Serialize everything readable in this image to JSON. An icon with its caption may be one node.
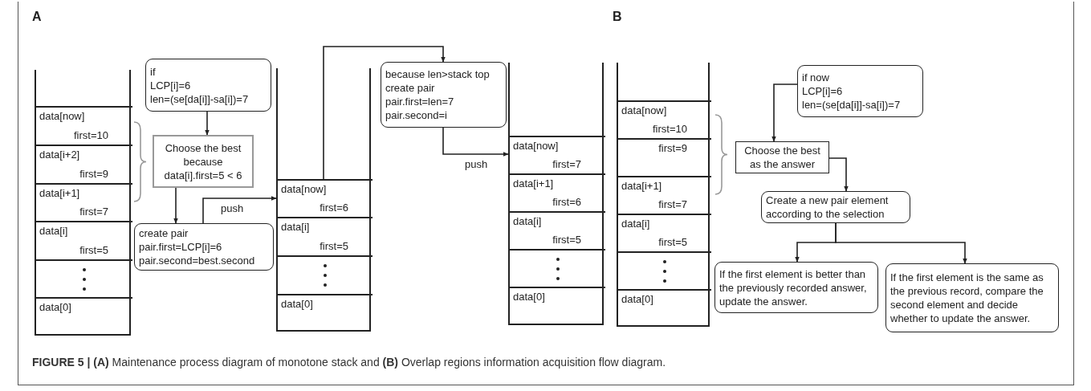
{
  "diagram": {
    "caption": "**FIGURE 5 | (A)** Maintenance process diagram of monotone stack and **(B)** Overlap regions information acquisition flow diagram.",
    "nodes": [
      {
        "text": [],
        "shape": "box"
      },
      {
        "text": [
          "data[now]",
          "first=10"
        ],
        "in": 0
      },
      {
        "text": [
          "data[i+2]",
          "first=9"
        ],
        "in": 0
      },
      {
        "text": [
          "data[i+1]",
          "first=7"
        ],
        "in": 0
      },
      {
        "text": [
          "data[i]",
          "first=5"
        ],
        "in": 0
      },
      {
        "text": [],
        "shape": "box",
        "in": 0
      },
      {
        "text": [
          "data[0]"
        ],
        "in": 0
      },
      {
        "text": [
          "if",
          "LCP[i]=6",
          "len=(se[da[i]]-sa[i])=7"
        ]
      },
      {
        "text": [
          "Choose the best because data[i].first=5 < 6"
        ]
      },
      {
        "text": [
          "create pair",
          "pair.first=LCP[i]=6",
          "pair.second=best.second"
        ]
      },
      {
        "text": [],
        "shape": "box"
      },
      {
        "text": [
          "data[now]",
          "first=6"
        ],
        "in": 10
      },
      {
        "text": [
          "data[i]",
          "first=5"
        ],
        "in": 10
      },
      {
        "text": [],
        "shape": "box",
        "in": 10
      },
      {
        "text": [
          "data[0]"
        ],
        "in": 10
      },
      {
        "text": [
          "because len>stack top",
          "create pair",
          "pair.first=len=7",
          "pair.second=i"
        ]
      },
      {
        "text": [],
        "shape": "box"
      },
      {
        "text": [
          "data[now]",
          "first=7"
        ],
        "in": 16
      },
      {
        "text": [
          "data[i+1]",
          "first=6"
        ],
        "in": 16
      },
      {
        "text": [
          "data[i]",
          "first=5"
        ],
        "in": 16
      },
      {
        "text": [],
        "shape": "box",
        "in": 16
      },
      {
        "text": [
          "data[0]"
        ],
        "in": 16
      },
      {
        "text": [],
        "shape": "box"
      },
      {
        "text": [
          "data[now]",
          "first=10"
        ],
        "in": 22
      },
      {
        "text": [
          "first=9"
        ],
        "in": 22
      },
      {
        "text": [
          "data[i+1]",
          "first=7"
        ],
        "in": 22
      },
      {
        "text": [
          "data[i]",
          "first=5"
        ],
        "in": 22
      },
      {
        "text": [],
        "shape": "box",
        "in": 22
      },
      {
        "text": [
          "data[0]"
        ],
        "in": 22
      },
      {
        "text": [
          "if now",
          "LCP[i]=6",
          "len=(se[da[i]]-sa[i])=7"
        ]
      },
      {
        "text": [
          "Choose the best as the answer"
        ]
      },
      {
        "text": [
          "Create a new pair element according to the selection"
        ]
      },
      {
        "text": [
          "If the first element is better than the previously recorded answer, update the answer."
        ]
      },
      {
        "text": [
          "If the first element is the same as the previous record, compare the second element and decide whether to update the answer."
        ]
      }
    ],
    "edges": [
      {
        "from": 7,
        "to": 8,
        "arrow": "to"
      },
      {
        "from": 8,
        "to": 9,
        "arrow": "to"
      },
      {
        "from": 9,
        "to": 11,
        "arrow": "to",
        "label": "push"
      },
      {
        "from": 11,
        "to": 15,
        "arrow": "to"
      },
      {
        "from": 15,
        "to": 17,
        "arrow": "to",
        "label": "push"
      },
      {
        "from": 29,
        "to": 30,
        "arrow": "to"
      },
      {
        "from": 30,
        "to": 31,
        "arrow": "to"
      },
      {
        "from": 31,
        "to": 32,
        "arrow": "to"
      },
      {
        "from": 31,
        "to": 33,
        "arrow": "to"
      }
    ],
    "labels": [
      "A",
      "B"
    ]
  }
}
